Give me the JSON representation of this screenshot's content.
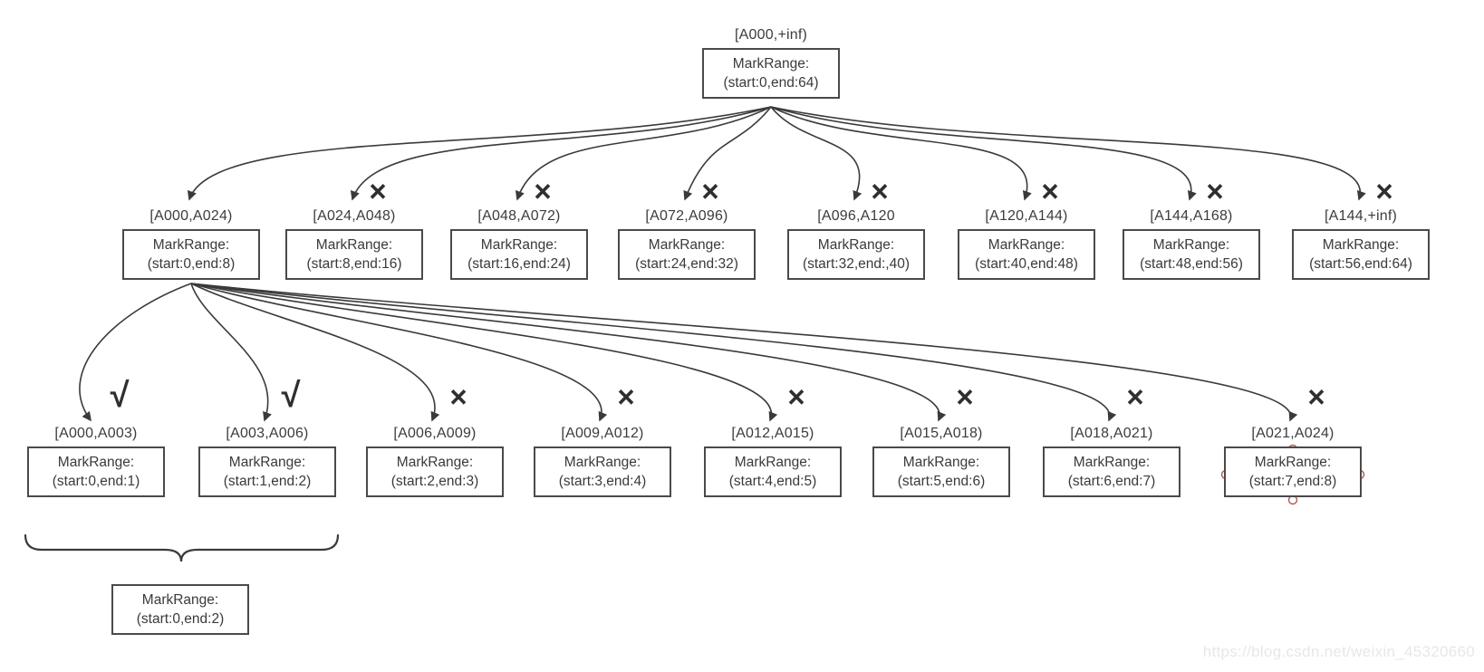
{
  "diagram": {
    "root": {
      "label": "[A000,+inf)",
      "box_line1": "MarkRange:",
      "box_line2": "(start:0,end:64)",
      "mark": ""
    },
    "level2": [
      {
        "label": "[A000,A024)",
        "box_line1": "MarkRange:",
        "box_line2": "(start:0,end:8)",
        "mark": ""
      },
      {
        "label": "[A024,A048)",
        "box_line1": "MarkRange:",
        "box_line2": "(start:8,end:16)",
        "mark": "×"
      },
      {
        "label": "[A048,A072)",
        "box_line1": "MarkRange:",
        "box_line2": "(start:16,end:24)",
        "mark": "×"
      },
      {
        "label": "[A072,A096)",
        "box_line1": "MarkRange:",
        "box_line2": "(start:24,end:32)",
        "mark": "×"
      },
      {
        "label": "[A096,A120",
        "box_line1": "MarkRange:",
        "box_line2": "(start:32,end:,40)",
        "mark": "×"
      },
      {
        "label": "[A120,A144)",
        "box_line1": "MarkRange:",
        "box_line2": "(start:40,end:48)",
        "mark": "×"
      },
      {
        "label": "[A144,A168)",
        "box_line1": "MarkRange:",
        "box_line2": "(start:48,end:56)",
        "mark": "×"
      },
      {
        "label": "[A144,+inf)",
        "box_line1": "MarkRange:",
        "box_line2": "(start:56,end:64)",
        "mark": "×"
      }
    ],
    "level3": [
      {
        "label": "[A000,A003)",
        "box_line1": "MarkRange:",
        "box_line2": "(start:0,end:1)",
        "mark": "√"
      },
      {
        "label": "[A003,A006)",
        "box_line1": "MarkRange:",
        "box_line2": "(start:1,end:2)",
        "mark": "√"
      },
      {
        "label": "[A006,A009)",
        "box_line1": "MarkRange:",
        "box_line2": "(start:2,end:3)",
        "mark": "×"
      },
      {
        "label": "[A009,A012)",
        "box_line1": "MarkRange:",
        "box_line2": "(start:3,end:4)",
        "mark": "×"
      },
      {
        "label": "[A012,A015)",
        "box_line1": "MarkRange:",
        "box_line2": "(start:4,end:5)",
        "mark": "×"
      },
      {
        "label": "[A015,A018)",
        "box_line1": "MarkRange:",
        "box_line2": "(start:5,end:6)",
        "mark": "×"
      },
      {
        "label": "[A018,A021)",
        "box_line1": "MarkRange:",
        "box_line2": "(start:6,end:7)",
        "mark": "×"
      },
      {
        "label": "[A021,A024)",
        "box_line1": "MarkRange:",
        "box_line2": "(start:7,end:8)",
        "mark": "×"
      }
    ],
    "merged": {
      "box_line1": "MarkRange:",
      "box_line2": "(start:0,end:2)"
    }
  },
  "watermark": "https://blog.csdn.net/weixin_45320660"
}
